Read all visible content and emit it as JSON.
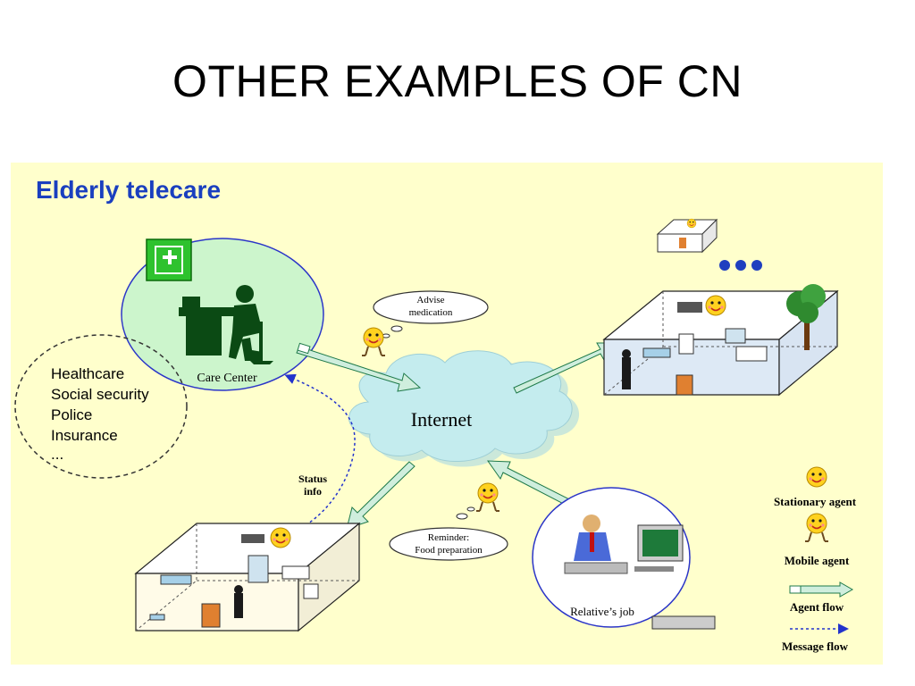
{
  "slide": {
    "title": "OTHER EXAMPLES OF CN"
  },
  "diagram": {
    "heading": "Elderly telecare",
    "care_center_label": "Care Center",
    "services": [
      "Healthcare",
      "Social security",
      "Police",
      "Insurance",
      "..."
    ],
    "internet_label": "Internet",
    "bubble_advise": [
      "Advise",
      "medication"
    ],
    "bubble_reminder": [
      "Reminder:",
      "Food preparation"
    ],
    "status_info": [
      "Status",
      "info"
    ],
    "relatives_job_label": "Relative’s job",
    "legend": {
      "stationary": "Stationary agent",
      "mobile": "Mobile agent",
      "agent_flow": "Agent flow",
      "message_flow": "Message flow"
    }
  },
  "colors": {
    "panel_bg": "#ffffcc",
    "heading": "#1a3fbf",
    "care_circle_fill": "#ccf5cc",
    "circle_stroke": "#2b35c8",
    "cloud_fill": "#c4ecee",
    "agent_face": "#ffd21f",
    "arrow_fill": "#cfeedd",
    "arrow_stroke": "#1f7a4a",
    "message_flow": "#2233cc",
    "medical_icon": "#2ec22e"
  }
}
